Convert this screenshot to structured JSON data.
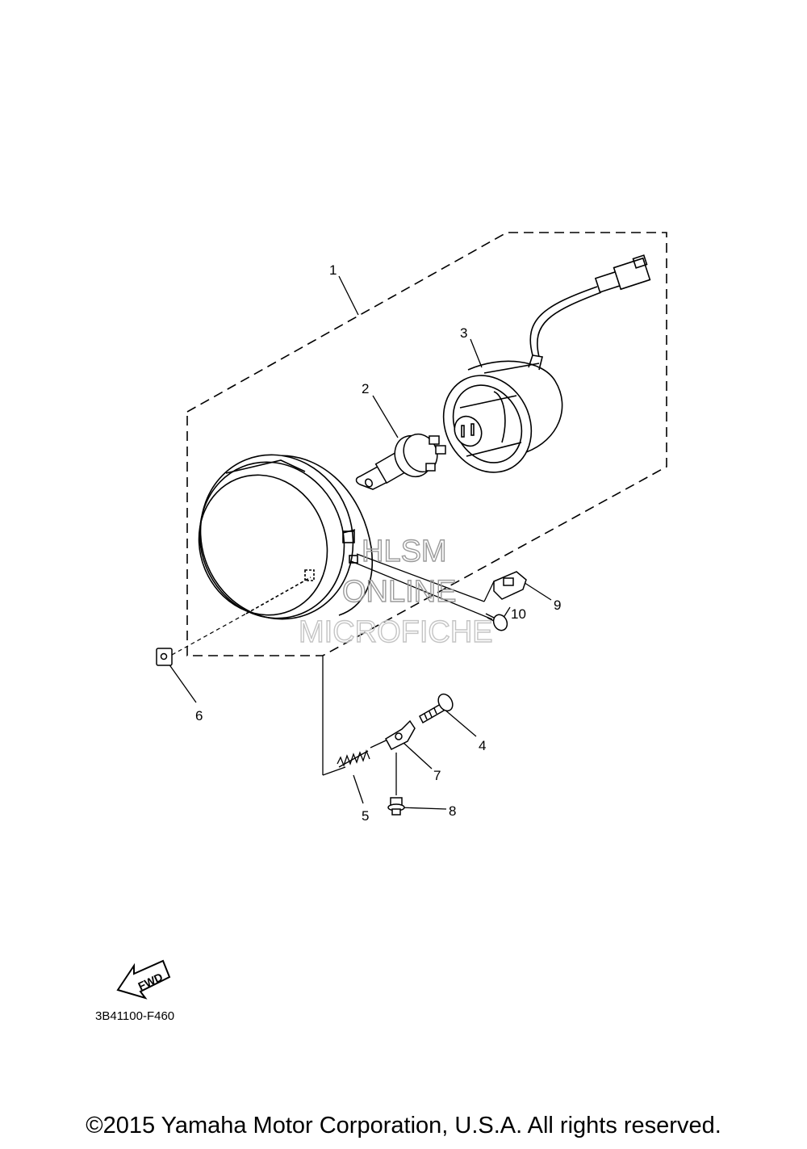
{
  "callouts": {
    "c1": "1",
    "c2": "2",
    "c3": "3",
    "c4": "4",
    "c5": "5",
    "c6": "6",
    "c7": "7",
    "c8": "8",
    "c9": "9",
    "c10": "10"
  },
  "fwd_label": "FWD",
  "diagram_code": "3B41100-F460",
  "watermark": {
    "line1": "HLSM",
    "line2": "ONLINE",
    "line3": "MICROFICHE"
  },
  "copyright": "©2015 Yamaha Motor Corporation, U.S.A. All rights reserved."
}
